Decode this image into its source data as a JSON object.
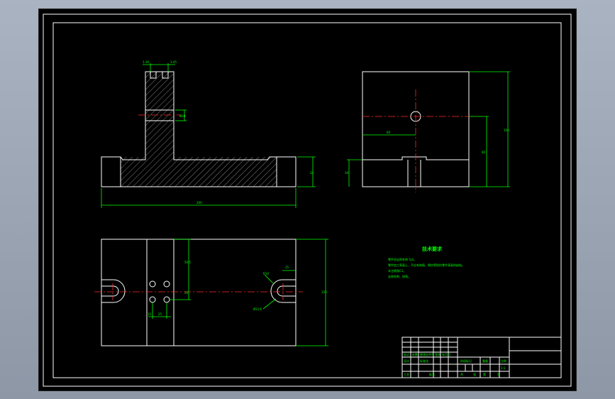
{
  "colors": {
    "background": "#8d97a6",
    "sheet": "#000000",
    "outline": "#ffffff",
    "dimension": "#00ff00",
    "centerline": "#ff2a2a"
  },
  "dimensions": {
    "front_width": "200",
    "front_base_height": "34",
    "front_slot_top_left": "1-30",
    "front_slot_top_right": "1-45",
    "front_hole": "Ø20",
    "side_hole_offset": "60",
    "side_total_height": "100",
    "side_mid_height": "60",
    "side_base_height": "34",
    "plan_width": "120",
    "plan_hole_spacing_v": "50.5",
    "plan_hole_spacing_v2": "20",
    "plan_hole_spacing_h": "25",
    "plan_hole_offset": "15",
    "plan_radius": "R10",
    "plan_slot_width": "15",
    "plan_slot_label": "Ø11.6"
  },
  "tech_requirements": {
    "title": "技术要求",
    "lines": [
      "零件须去除毛刺飞边。",
      "零件加工表面上，不应有划痕、擦伤等损伤零件表面的缺陷。",
      "未注倒角C1。",
      "去除毛刺、锐角。"
    ]
  },
  "title_block": {
    "labels_row1": [
      "标记",
      "处数",
      "分区",
      "更改文件号",
      "签名",
      "年月日"
    ],
    "labels_row2": [
      "设计",
      "标准化"
    ],
    "stage_labels": [
      "阶段标记",
      "重量",
      "比例"
    ],
    "scale": "1:1",
    "process": "工艺",
    "approve": "批准",
    "sheet_labels": [
      "共",
      "张",
      "第",
      "张"
    ]
  }
}
